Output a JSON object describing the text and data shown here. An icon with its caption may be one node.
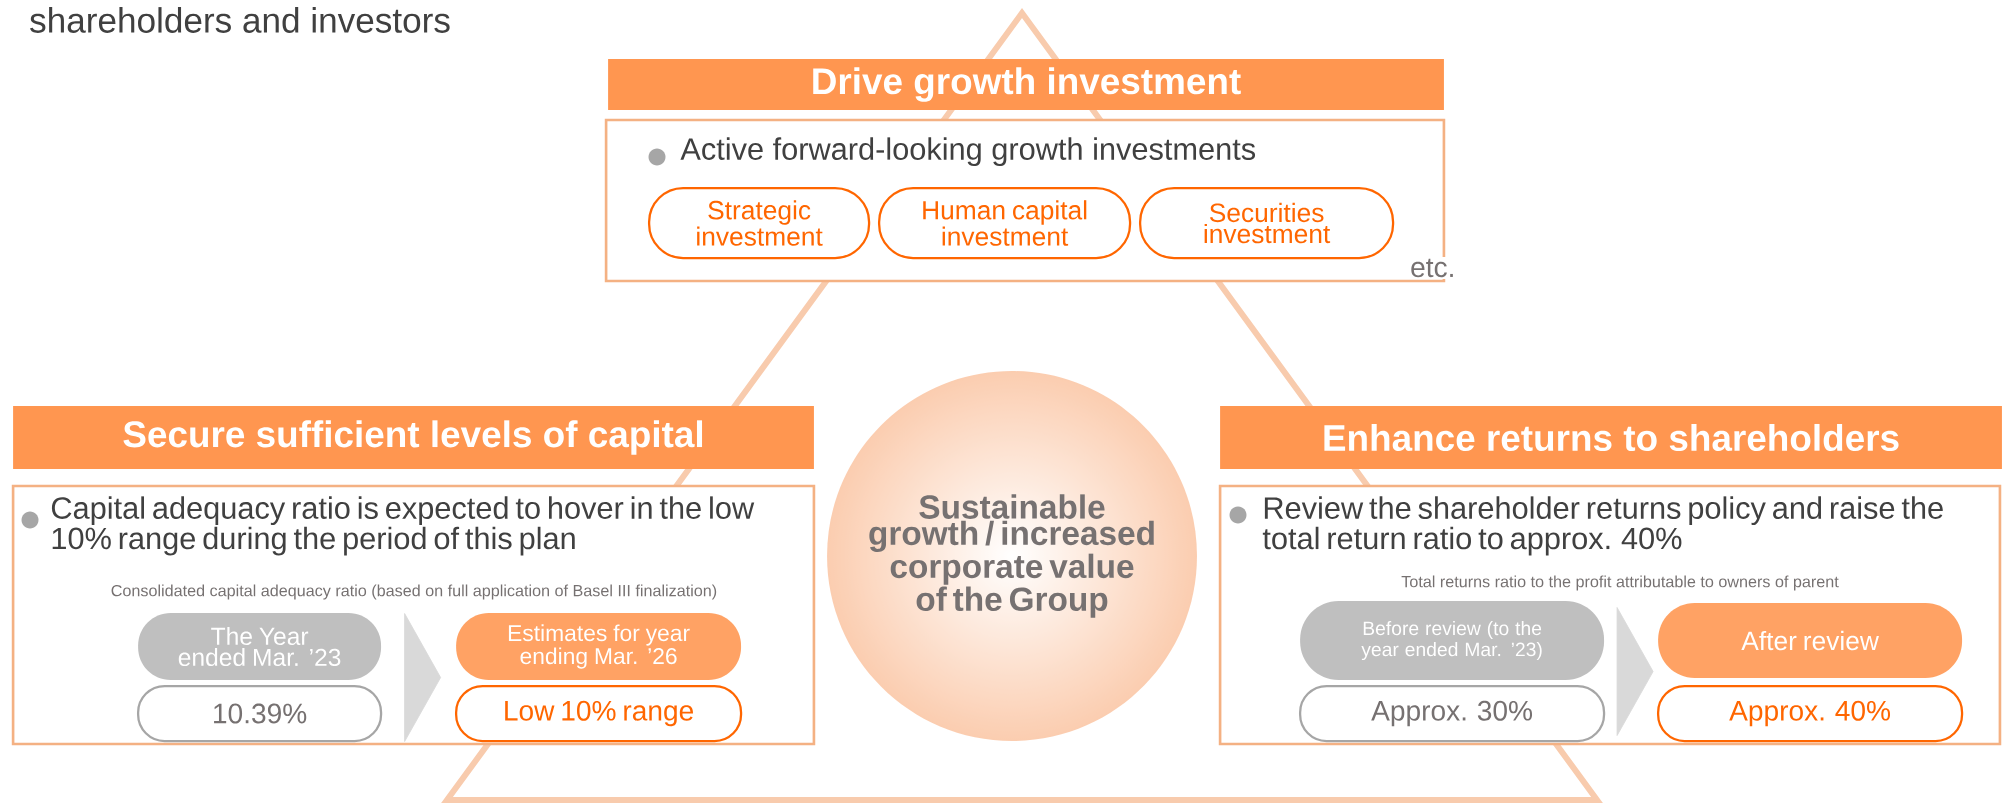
{
  "diagram": {
    "nodes": [
      {
        "text": [
          "Drive growth investment"
        ]
      },
      {
        "text": [
          "Active forward-looking growth investments"
        ]
      },
      {
        "text": [
          "Strategic investment"
        ],
        "in": 1
      },
      {
        "text": [
          "Human capital investment"
        ],
        "in": 1
      },
      {
        "text": [
          "Securities investment"
        ],
        "in": 1
      },
      {
        "text": [
          "Secure sufficient levels of capital"
        ]
      },
      {
        "text": [
          "Capital adequacy ratio is expected to hover in the low 10% range during the period of this plan",
          "Consolidated capital adequacy ratio (based on full application of Basel III finalization)"
        ]
      },
      {
        "text": [
          "The Year ended Mar. ’23"
        ],
        "in": 6
      },
      {
        "text": [
          "10.39%"
        ],
        "in": 6
      },
      {
        "text": [
          "Estimates for year ending Mar. ’26"
        ],
        "in": 6
      },
      {
        "text": [
          "Low 10% range"
        ],
        "in": 6
      },
      {
        "text": [
          "Sustainable growth / increased corporate value of the Group"
        ]
      },
      {
        "text": [
          "Enhance returns to shareholders"
        ]
      },
      {
        "text": [
          "Review the shareholder returns policy and raise the total return ratio to approx. 40%",
          "Total returns ratio to the profit attributable to owners of parent"
        ]
      },
      {
        "text": [
          "Before review (to the year ended Mar. ’23)"
        ],
        "in": 13
      },
      {
        "text": [
          "Approx. 30%"
        ],
        "in": 13
      },
      {
        "text": [
          "After review"
        ],
        "in": 13
      },
      {
        "text": [
          "Approx. 40%"
        ],
        "in": 13
      }
    ],
    "edges": [
      {
        "from": 7,
        "to": 9,
        "arrow": "to"
      },
      {
        "from": 14,
        "to": 16,
        "arrow": "to"
      }
    ],
    "labels": [
      "shareholders and investors",
      "etc."
    ]
  }
}
